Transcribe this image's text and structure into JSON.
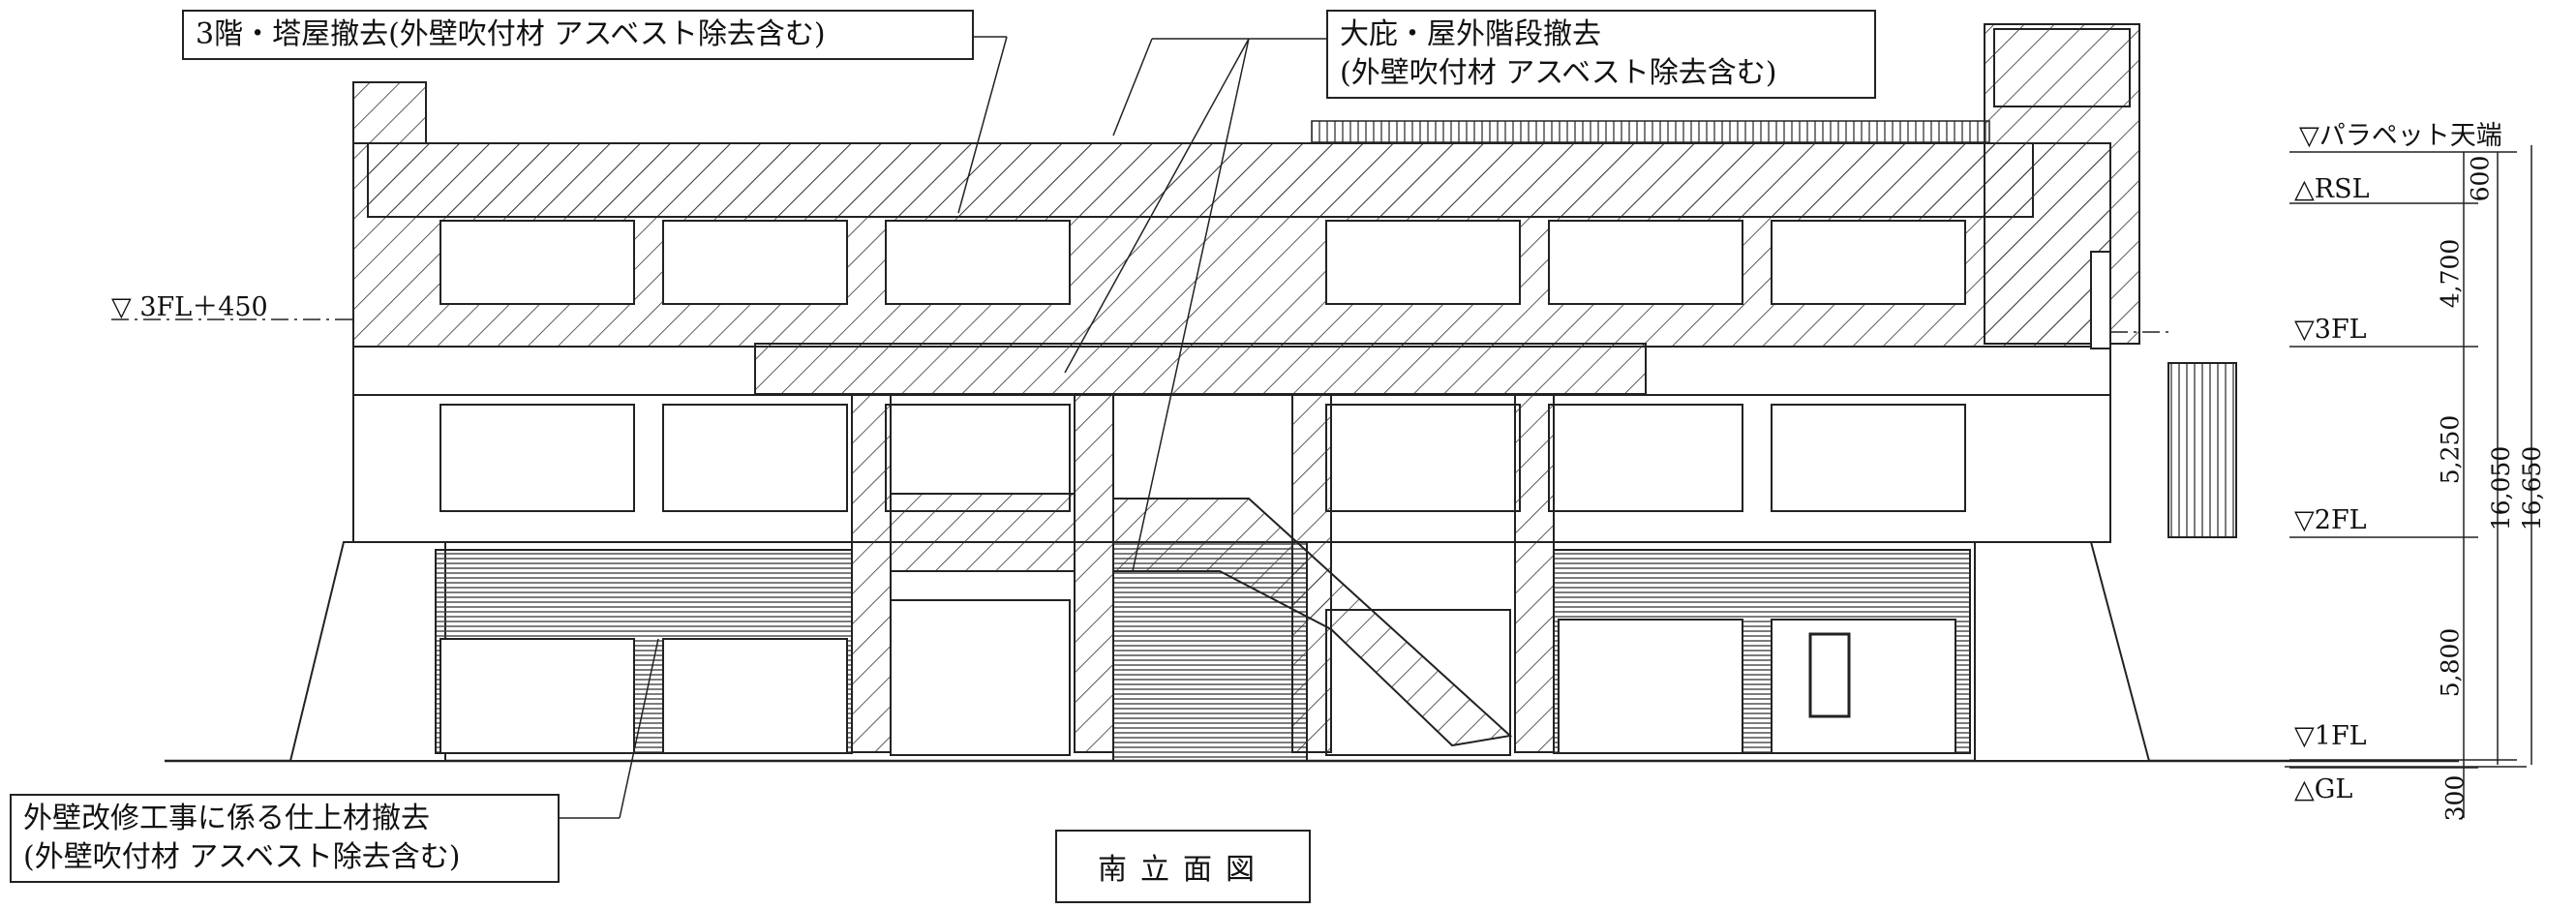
{
  "callouts": {
    "roof_removal": "3階・塔屋撤去(外壁吹付材 アスベスト除去含む)",
    "canopy_line1": "大庇・屋外階段撤去",
    "canopy_line2": "(外壁吹付材 アスベスト除去含む)",
    "finish_line1": "外壁改修工事に係る仕上材撤去",
    "finish_line2": "(外壁吹付材 アスベスト除去含む)"
  },
  "levels": {
    "parapet": "▽パラペット天端",
    "rsl": "△RSL",
    "fl3": "▽3FL",
    "fl2": "▽2FL",
    "fl1": "▽1FL",
    "gl": "△GL",
    "fl3_plus": "▽ 3FL＋450"
  },
  "dimensions": {
    "d600": "600",
    "d4700": "4,700",
    "d5250": "5,250",
    "d5800": "5,800",
    "d300": "300",
    "d16050": "16,050",
    "d16650": "16,650"
  },
  "title": "南立面図"
}
